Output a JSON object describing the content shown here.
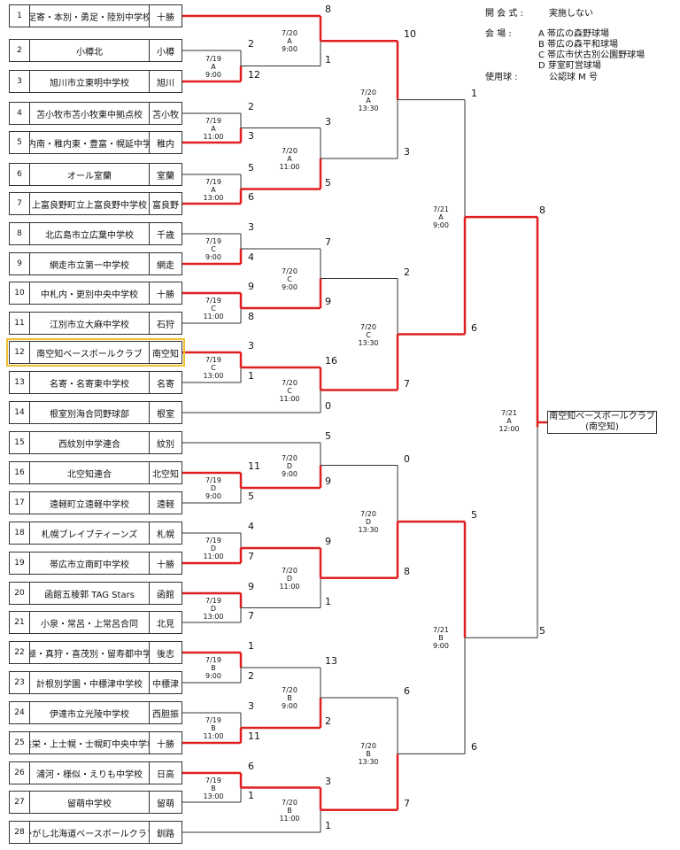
{
  "info": {
    "ceremony_label": "開 会 式 :",
    "ceremony_value": "実施しない",
    "venue_label": "会 場 :",
    "venues": [
      "A 帯広の森野球場",
      "B 帯広の森平和球場",
      "C 帯広市伏古別公園野球場",
      "D 芽室町営球場"
    ],
    "ball_label": "使用球 :",
    "ball_value": "公認球 M 号"
  },
  "teams": [
    {
      "no": "1",
      "name": "足寄・本別・勇足・陸別中学校",
      "area": "十勝"
    },
    {
      "no": "2",
      "name": "小樽北",
      "area": "小樽"
    },
    {
      "no": "3",
      "name": "旭川市立東明中学校",
      "area": "旭川"
    },
    {
      "no": "4",
      "name": "苫小牧市苫小牧東中拠点校",
      "area": "苫小牧"
    },
    {
      "no": "5",
      "name": "稚内南・稚内東・豊富・幌延中学校",
      "area": "稚内"
    },
    {
      "no": "6",
      "name": "オール室蘭",
      "area": "室蘭"
    },
    {
      "no": "7",
      "name": "上富良野町立上富良野中学校",
      "area": "富良野"
    },
    {
      "no": "8",
      "name": "北広島市立広葉中学校",
      "area": "千歳"
    },
    {
      "no": "9",
      "name": "網走市立第一中学校",
      "area": "網走"
    },
    {
      "no": "10",
      "name": "中札内・更別中央中学校",
      "area": "十勝"
    },
    {
      "no": "11",
      "name": "江別市立大麻中学校",
      "area": "石狩"
    },
    {
      "no": "12",
      "name": "南空知ベースボールクラブ",
      "area": "南空知"
    },
    {
      "no": "13",
      "name": "名寄・名寄東中学校",
      "area": "名寄"
    },
    {
      "no": "14",
      "name": "根室別海合同野球部",
      "area": "根室"
    },
    {
      "no": "15",
      "name": "西紋別中学連合",
      "area": "紋別"
    },
    {
      "no": "16",
      "name": "北空知連合",
      "area": "北空知"
    },
    {
      "no": "17",
      "name": "遠軽町立遠軽中学校",
      "area": "遠軽"
    },
    {
      "no": "18",
      "name": "札幌ブレイブティーンズ",
      "area": "札幌"
    },
    {
      "no": "19",
      "name": "帯広市立南町中学校",
      "area": "十勝"
    },
    {
      "no": "20",
      "name": "函館五稜郭 TAG Stars",
      "area": "函館"
    },
    {
      "no": "21",
      "name": "小泉・常呂・上常呂合同",
      "area": "北見"
    },
    {
      "no": "22",
      "name": "京極・真狩・喜茂別・留寿都中学校",
      "area": "後志"
    },
    {
      "no": "23",
      "name": "計根別学園・中標津中学校",
      "area": "中標津"
    },
    {
      "no": "24",
      "name": "伊達市立光陵中学校",
      "area": "西胆振"
    },
    {
      "no": "25",
      "name": "共栄・上士幌・士幌町中央中学校",
      "area": "十勝"
    },
    {
      "no": "26",
      "name": "浦河・様似・えりも中学校",
      "area": "日高"
    },
    {
      "no": "27",
      "name": "留萌中学校",
      "area": "留萌"
    },
    {
      "no": "28",
      "name": "ひがし北海道ベースボールクラブ",
      "area": "釧路"
    }
  ],
  "scores": {
    "r1": [
      "2",
      "12",
      "2",
      "3",
      "5",
      "6",
      "3",
      "4",
      "9",
      "8",
      "3",
      "1",
      "11",
      "5",
      "4",
      "7",
      "9",
      "7",
      "1",
      "2",
      "3",
      "11",
      "6",
      "1"
    ],
    "r2": [
      "8",
      "1",
      "3",
      "5",
      "7",
      "9",
      "16",
      "0",
      "5",
      "9",
      "9",
      "1",
      "13",
      "2",
      "3",
      "1"
    ],
    "r3": [
      "10",
      "3",
      "2",
      "7",
      "0",
      "8",
      "6",
      "7"
    ],
    "sf": [
      "1",
      "6",
      "5",
      "6"
    ],
    "final": [
      "8",
      "5"
    ]
  },
  "schedule": {
    "r1": [
      "7/19\nA\n9:00",
      "7/19\nA\n11:00",
      "7/19\nA\n13:00",
      "7/19\nC\n9:00",
      "7/19\nC\n11:00",
      "7/19\nC\n13:00",
      "7/19\nD\n9:00",
      "7/19\nD\n11:00",
      "7/19\nD\n13:00",
      "7/19\nB\n9:00",
      "7/19\nB\n11:00",
      "7/19\nB\n13:00"
    ],
    "r2": [
      "7/20\nA\n9:00",
      "7/20\nA\n11:00",
      "7/20\nC\n9:00",
      "7/20\nC\n11:00",
      "7/20\nD\n9:00",
      "7/20\nD\n11:00",
      "7/20\nB\n9:00",
      "7/20\nB\n11:00"
    ],
    "r3": [
      "7/20\nA\n13:30",
      "7/20\nC\n13:30",
      "7/20\nD\n13:30",
      "7/20\nB\n13:30"
    ],
    "sf": [
      "7/21\nA\n9:00",
      "7/21\nB\n9:00"
    ],
    "final": [
      "7/21\nA\n12:00"
    ]
  },
  "champion": {
    "name": "南空知ベースボールクラブ",
    "area": "(南空知)"
  },
  "colors": {
    "winner_line": "#e02020",
    "loser_line": "#333333",
    "highlight": "#f0c02c"
  }
}
